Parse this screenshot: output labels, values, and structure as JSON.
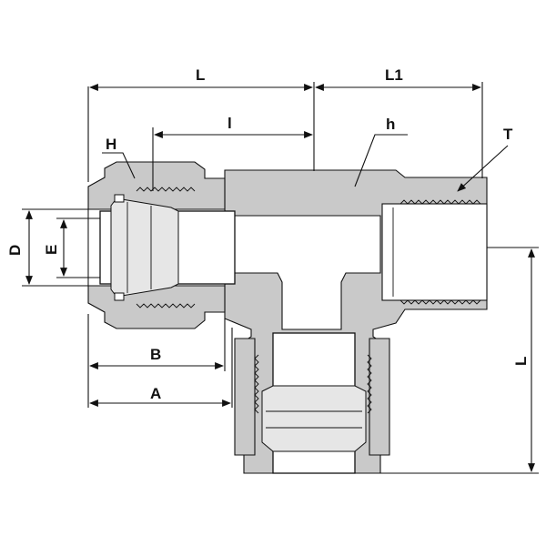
{
  "diagram": {
    "labels": {
      "L_top": "L",
      "L1": "L1",
      "l": "l",
      "H": "H",
      "h": "h",
      "T": "T",
      "D": "D",
      "E": "E",
      "B": "B",
      "A": "A",
      "L_right": "L"
    }
  }
}
